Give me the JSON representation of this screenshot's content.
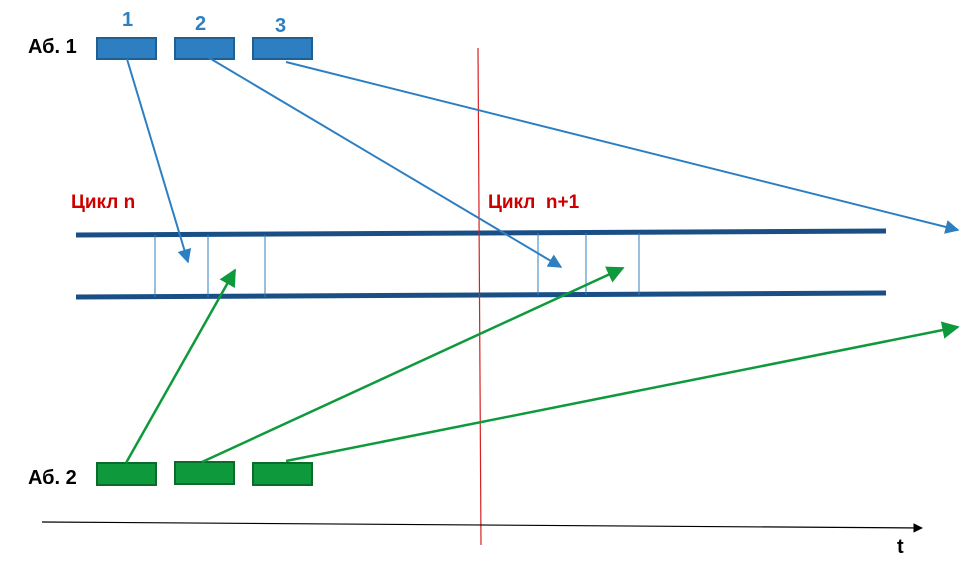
{
  "subscriber1": {
    "label": "Аб. 1",
    "packet_numbers": [
      "1",
      "2",
      "3"
    ],
    "color": "#2e7fc2",
    "border": "#1f5f94"
  },
  "subscriber2": {
    "label": "Аб. 2",
    "color": "#0e9a3c",
    "border": "#0b6b2b"
  },
  "cycles": {
    "cycle_n": "Цикл n",
    "cycle_n1": "Цикл  n+1",
    "label_color": "#cc0000"
  },
  "channel": {
    "line_color": "#1a4f86",
    "slot_color": "#2e7fc2"
  },
  "marker_color": "#d62020",
  "axis": {
    "label": "t",
    "color": "#000000"
  },
  "arrow_colors": {
    "blue": "#2e7fc2",
    "green": "#0e9a3c"
  }
}
